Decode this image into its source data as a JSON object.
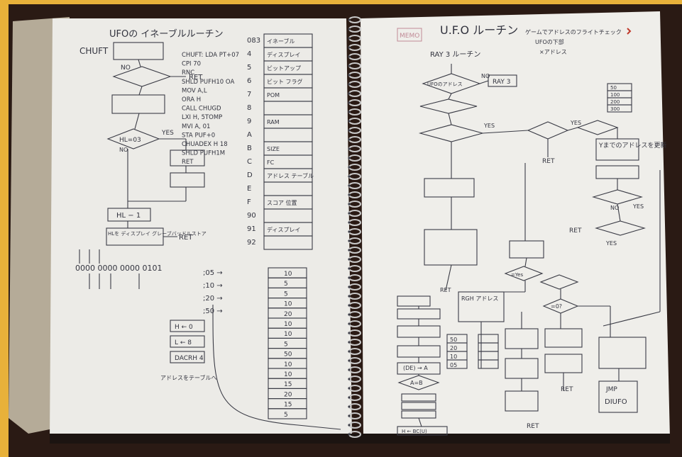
{
  "left_page": {
    "title": "UFOの イネーブルルーチン",
    "corner_note": "CHUFT",
    "chart_labels": {
      "label_hl_fixed": "HL=03",
      "label_hl_minus": "HL − 1",
      "label_store": "HLを ディスプレイ グレーブバッドルストア",
      "label_ret1": "RET",
      "label_ret2": "RET",
      "label_no": "NO",
      "label_yes": "YES"
    },
    "asm_code": [
      "CHUFT: LDA PT+07",
      "CPI 70",
      "RNC",
      "SHLD PUFH10 OA",
      "MOV A,L",
      "ORA H",
      "CALL CHUGD",
      "LXI H, 5TOMP",
      "MVI A, 01",
      "STA PUF+0",
      "CHUADEX H 18",
      "SHLD PUFH1M",
      "RET"
    ],
    "table_rows": [
      {
        "addr": "083",
        "desc": "イネーブル"
      },
      {
        "addr": "4",
        "desc": "ディスプレイ"
      },
      {
        "addr": "5",
        "desc": "ビットアップ"
      },
      {
        "addr": "6",
        "desc": "ビット フラグ"
      },
      {
        "addr": "7",
        "desc": "POM"
      },
      {
        "addr": "8",
        "desc": ""
      },
      {
        "addr": "9",
        "desc": "RAM"
      },
      {
        "addr": "A",
        "desc": ""
      },
      {
        "addr": "B",
        "desc": "SIZE"
      },
      {
        "addr": "C",
        "desc": "FC"
      },
      {
        "addr": "D",
        "desc": "アドレス テーブル"
      },
      {
        "addr": "E",
        "desc": ""
      },
      {
        "addr": "F",
        "desc": "スコア 位置"
      },
      {
        "addr": "90",
        "desc": ""
      },
      {
        "addr": "91",
        "desc": "ディスプレイ"
      },
      {
        "addr": "92",
        "desc": ""
      }
    ],
    "binary_text": "0000 0000  0000 0101",
    "score_notes": [
      ";05 →",
      ";10 →",
      ";20 →",
      ";50 →"
    ],
    "score_column": [
      "10",
      "5",
      "5",
      "10",
      "20",
      "10",
      "10",
      "5",
      "50",
      "10",
      "10",
      "15",
      "20",
      "15",
      "5"
    ],
    "bottom_steps": [
      "H ← 0",
      "L ← 8",
      "DACRH 4"
    ],
    "bottom_note": "アドレスをテーブルへ"
  },
  "right_page": {
    "title": "U.F.O ルーチン",
    "subtitle": "RAY 3 ルーチン",
    "header_note_1": "ゲームでアドレスのフライトチェック",
    "header_note_2": "UFOの下部",
    "header_note_3": "×アドレス",
    "stamp": "MEMO",
    "flow_labels": {
      "label_ray3": "RAY 3",
      "label_ufo_flag": "UFOのアドレス",
      "label_update": "Yまでのアドレスを更新",
      "label_ret": "RET",
      "label_yes": "YES",
      "label_no": "NO",
      "label_hl_check": "=Yes",
      "label_jmp": "JMP",
      "label_diufo": "DIUFO",
      "label_rgb": "RGH アドレス",
      "label_eq0": "=0?",
      "label_a_b": "A=B",
      "label_de_a": "(DE) → A",
      "label_h_bc": "H ← BC(U)"
    },
    "mini_table": [
      "50",
      "100",
      "200",
      "300"
    ],
    "score_table": [
      "50",
      "20",
      "10",
      "05"
    ]
  }
}
